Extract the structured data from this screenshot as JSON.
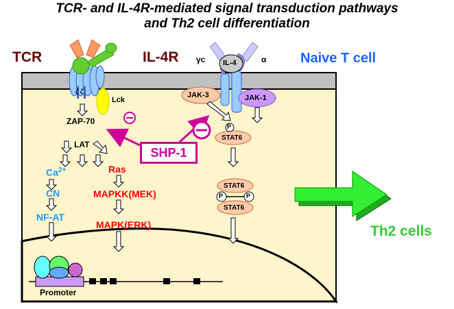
{
  "title_line1": "TCR- and IL-4R-mediated signal transduction pathways",
  "title_line2": "and Th2 cell differentiation",
  "tcr_label": "TCR",
  "il4r_label": "IL-4R",
  "gamma_c_label": "γc",
  "alpha_label": "α",
  "il4_label": "IL-4",
  "naive_label": "Naive T cell",
  "lck_label": "Lck",
  "zeta_label": "ζ ζ",
  "zap70_label": "ZAP-70",
  "lat_label": "LAT",
  "ca_label": "Ca",
  "ca_sup": "2+",
  "cn_label": "CN",
  "nfat_label": "NF-AT",
  "ras_label": "Ras",
  "mapkk_label": "MAPKK(MEK)",
  "mapk_label": "MAPK(ERK)",
  "jak3_label": "JAK-3",
  "jak1_label": "JAK-1",
  "stat6_label": "STAT6",
  "p_label": "P",
  "shp1_label": "SHP-1",
  "th2_label": "Th2 cells",
  "promoter_label": "Promoter",
  "colors": {
    "cell": "#fff5cc",
    "membrane": "#c0c0c0",
    "tcr_text": "#660000",
    "naive_text": "#1a66ff",
    "ca_path": "#1a99ff",
    "ras_path": "#ff0000",
    "shp1": "#cc0099",
    "th2": "#33cc33"
  }
}
